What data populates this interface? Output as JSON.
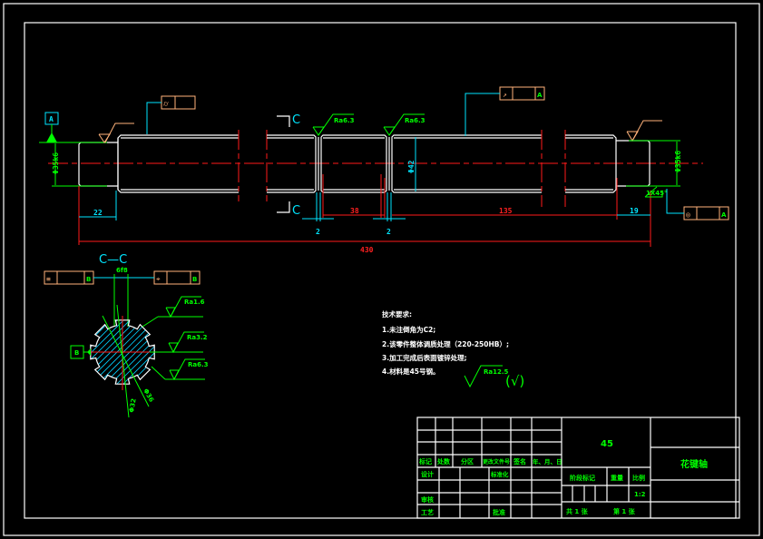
{
  "drawing": {
    "title": "花键轴",
    "material": "45",
    "scale": "1:2",
    "sheets_total_label": "共 1 张",
    "sheet_number_label": "第 1 张"
  },
  "main_view": {
    "datum_a_label": "A",
    "section_marker_top": "C",
    "section_marker_bottom": "C",
    "roughness_groove_left": "Ra6.3",
    "roughness_groove_right": "Ra6.3",
    "dimensions": {
      "overall_length": "430",
      "left_journal_length": "22",
      "groove_width_left": "2",
      "groove_width_right": "2",
      "middle_section_length": "38",
      "right_section_length": "135",
      "right_journal_length": "19",
      "left_journal_diameter": "Φ35k6",
      "right_journal_diameter": "Φ35k6",
      "spline_diameter": "Φ42",
      "chamfer": "1X45°"
    },
    "tolerance_frames": [
      {
        "symbol": "cylindricity-icon",
        "glyph": "⌭",
        "value": "",
        "datum": ""
      },
      {
        "symbol": "circular-runout-icon",
        "glyph": "↗",
        "value": "",
        "datum": "A"
      },
      {
        "symbol": "concentricity-icon",
        "glyph": "◎",
        "value": "",
        "datum": "A"
      }
    ]
  },
  "section_view": {
    "title": "C—C",
    "datum_b_label": "B",
    "spline_width": "6f8",
    "roughness_top": "Ra1.6",
    "roughness_middle": "Ra3.2",
    "roughness_bottom": "Ra6.3",
    "inner_diameter": "Φ32",
    "outer_diameter": "Φ36",
    "tolerance_frames": [
      {
        "symbol": "parallelism-icon",
        "glyph": "≡",
        "value": "",
        "datum": "B"
      },
      {
        "symbol": "position-icon",
        "glyph": "⌖",
        "value": "",
        "datum": "B"
      }
    ]
  },
  "technical_requirements": {
    "heading": "技术要求:",
    "items": [
      "1.未注倒角为C2;",
      "2.该零件整体调质处理（220-250HB）;",
      "3.加工完成后表面镀锌处理;",
      "4.材料是45号钢。"
    ],
    "general_roughness": "Ra12.5",
    "other_roughness_symbol": "(√)"
  },
  "title_block": {
    "headers": [
      "标记",
      "处数",
      "分区",
      "更改文件号",
      "签名",
      "年、月、日"
    ],
    "design_label": "设计",
    "standardization_label": "标准化",
    "review_label": "审核",
    "process_label": "工艺",
    "approve_label": "批准",
    "stage_mark_label": "阶段标记",
    "weight_label": "重量",
    "scale_label": "比例"
  }
}
